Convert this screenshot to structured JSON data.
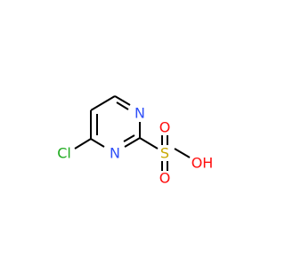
{
  "molecule": {
    "atoms": {
      "cl": {
        "label": "Cl",
        "color": "#1FAB1F"
      },
      "n1": {
        "label": "N",
        "color": "#3050F8"
      },
      "n3": {
        "label": "N",
        "color": "#3050F8"
      },
      "s": {
        "label": "S",
        "color": "#C8A800"
      },
      "o_top": {
        "label": "O",
        "color": "#FF0D0D"
      },
      "o_bottom": {
        "label": "O",
        "color": "#FF0D0D"
      },
      "oh": {
        "label": "OH",
        "color": "#FF0D0D"
      }
    },
    "bond_color": "#000000"
  }
}
